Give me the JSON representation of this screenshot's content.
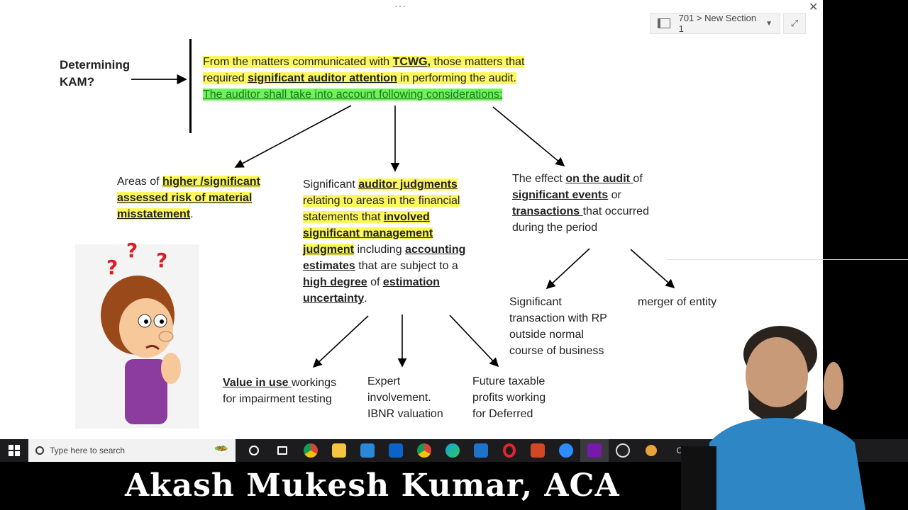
{
  "window": {
    "section_label": "701 > New Section 1",
    "expand_icon": "expand-icon",
    "close_icon": "close-icon"
  },
  "kam": {
    "line1": "Determining",
    "line2": "KAM?"
  },
  "intro": {
    "l1a": "From the matters communicated with ",
    "l1b": "TCWG,",
    "l1c": " those matters that",
    "l2a": "required ",
    "l2b": "significant auditor attention",
    "l2c": " in performing the audit.",
    "l3": "The auditor shall take into account following considerations:"
  },
  "node_risk": {
    "a": "Areas of ",
    "b": "higher /significant",
    "c": "assessed risk of material",
    "d": "misstatement",
    "e": "."
  },
  "node_judgment": {
    "a": "Significant ",
    "b": "auditor judgments",
    "c": "relating to areas in the financial",
    "d": "statements that ",
    "e": "involved",
    "f": "significant management",
    "g": "judgment",
    "h": " including ",
    "i": "accounting",
    "j": "estimates",
    "k": " that are subject to a",
    "l": "high degree",
    "m": " of ",
    "n": "estimation",
    "o": "uncertainty",
    "p": "."
  },
  "node_effect": {
    "a": "The effect ",
    "b": "on the audit ",
    "c": "of",
    "d": "significant events",
    "e": " or",
    "f": "transactions ",
    "g": "that occurred",
    "h": "during the period"
  },
  "node_rp": {
    "l1": "Significant",
    "l2": "transaction with RP",
    "l3": "outside normal",
    "l4": "course of business"
  },
  "node_merger": {
    "l1": "merger of entity"
  },
  "node_value": {
    "a": "Value in use ",
    "b": "workings",
    "c": "for impairment testing"
  },
  "node_expert": {
    "l1": "Expert",
    "l2": "involvement.",
    "l3": "IBNR valuation"
  },
  "node_future": {
    "l1": "Future taxable",
    "l2": "profits working",
    "l3": "for Deferred"
  },
  "taskbar": {
    "search_placeholder": "Type here to search",
    "tray_label": "C"
  },
  "banner": {
    "name": "Akash Mukesh Kumar, ACA"
  },
  "colors": {
    "highlight_yellow": "#fbf75c",
    "highlight_green": "#6ff25c"
  }
}
